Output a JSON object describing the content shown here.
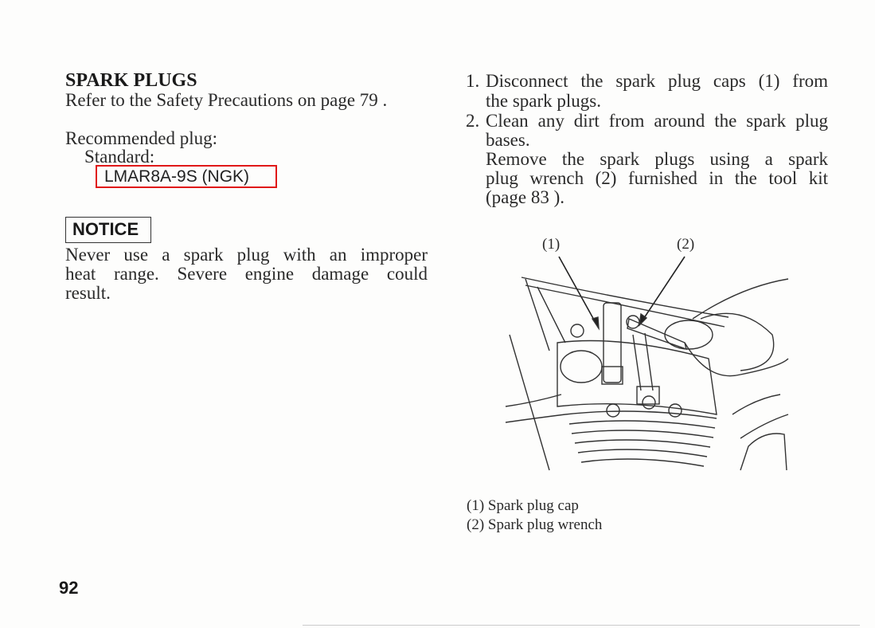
{
  "left": {
    "title": "SPARK PLUGS",
    "safety_ref": "Refer to the Safety Precautions on page  79 .",
    "recommended_label": "Recommended plug:",
    "standard_label": "Standard:",
    "plug_model": "LMAR8A-9S (NGK)",
    "notice_label": "NOTICE",
    "notice_lines": [
      "Never use a spark plug with an improper",
      "heat range. Severe engine damage could",
      "result."
    ]
  },
  "right": {
    "step1_num": "1.",
    "step1_lines": [
      "Disconnect the spark plug caps (1) from",
      "the spark plugs."
    ],
    "step2_num": "2.",
    "step2_lines": [
      "Clean any dirt from around the spark plug",
      "bases.",
      "Remove the spark plugs using a spark",
      "plug wrench (2) furnished in the tool kit",
      "(page  83 )."
    ],
    "figure": {
      "callout1": "(1)",
      "callout2": "(2)",
      "captions": [
        "(1) Spark plug cap",
        "(2) Spark plug wrench"
      ]
    }
  },
  "page_number": "92",
  "colors": {
    "highlight_box": "#e01818"
  }
}
